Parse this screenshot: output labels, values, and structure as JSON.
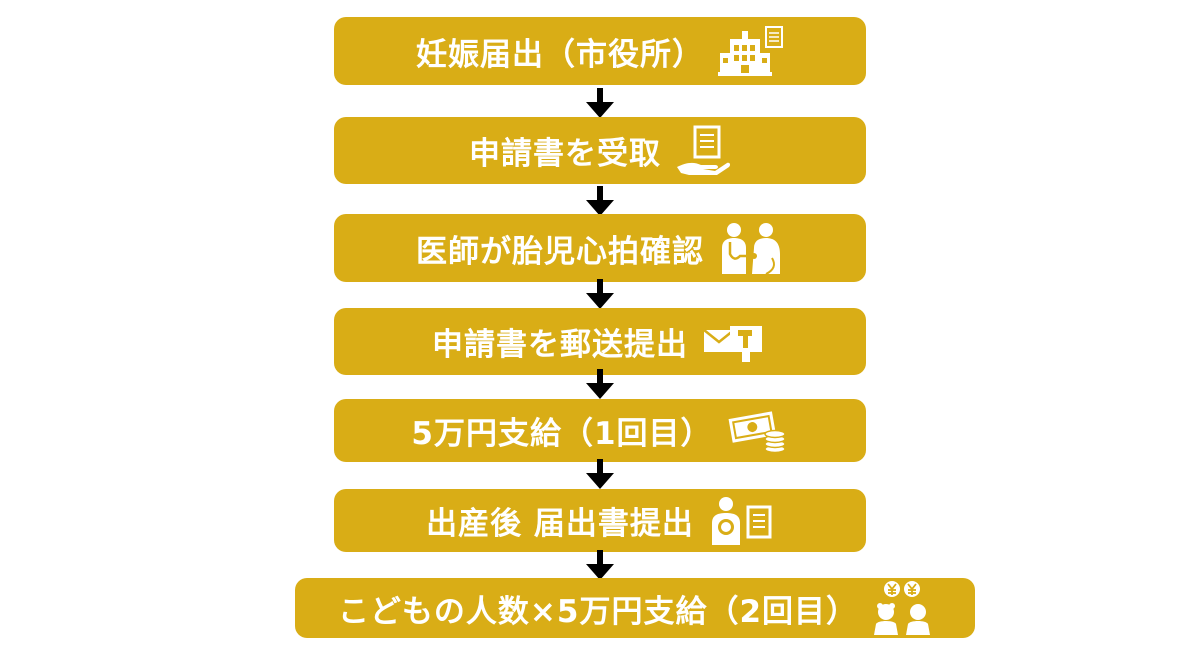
{
  "flow": {
    "steps": [
      {
        "label": "妊娠届出（市役所）",
        "icon": "city-hall-icon"
      },
      {
        "label": "申請書を受取",
        "icon": "hand-receive-document-icon"
      },
      {
        "label": "医師が胎児心拍確認",
        "icon": "doctor-stethoscope-icon"
      },
      {
        "label": "申請書を郵送提出",
        "icon": "mail-postbox-icon"
      },
      {
        "label": "5万円支給（1回目）",
        "icon": "cash-coins-icon"
      },
      {
        "label": "出産後 届出書提出",
        "icon": "mother-baby-document-icon"
      },
      {
        "label": "こどもの人数×5万円支給（2回目）",
        "icon": "children-yen-icon"
      }
    ]
  },
  "colors": {
    "box": "#d9ad16",
    "text": "#ffffff",
    "arrow": "#000000"
  }
}
